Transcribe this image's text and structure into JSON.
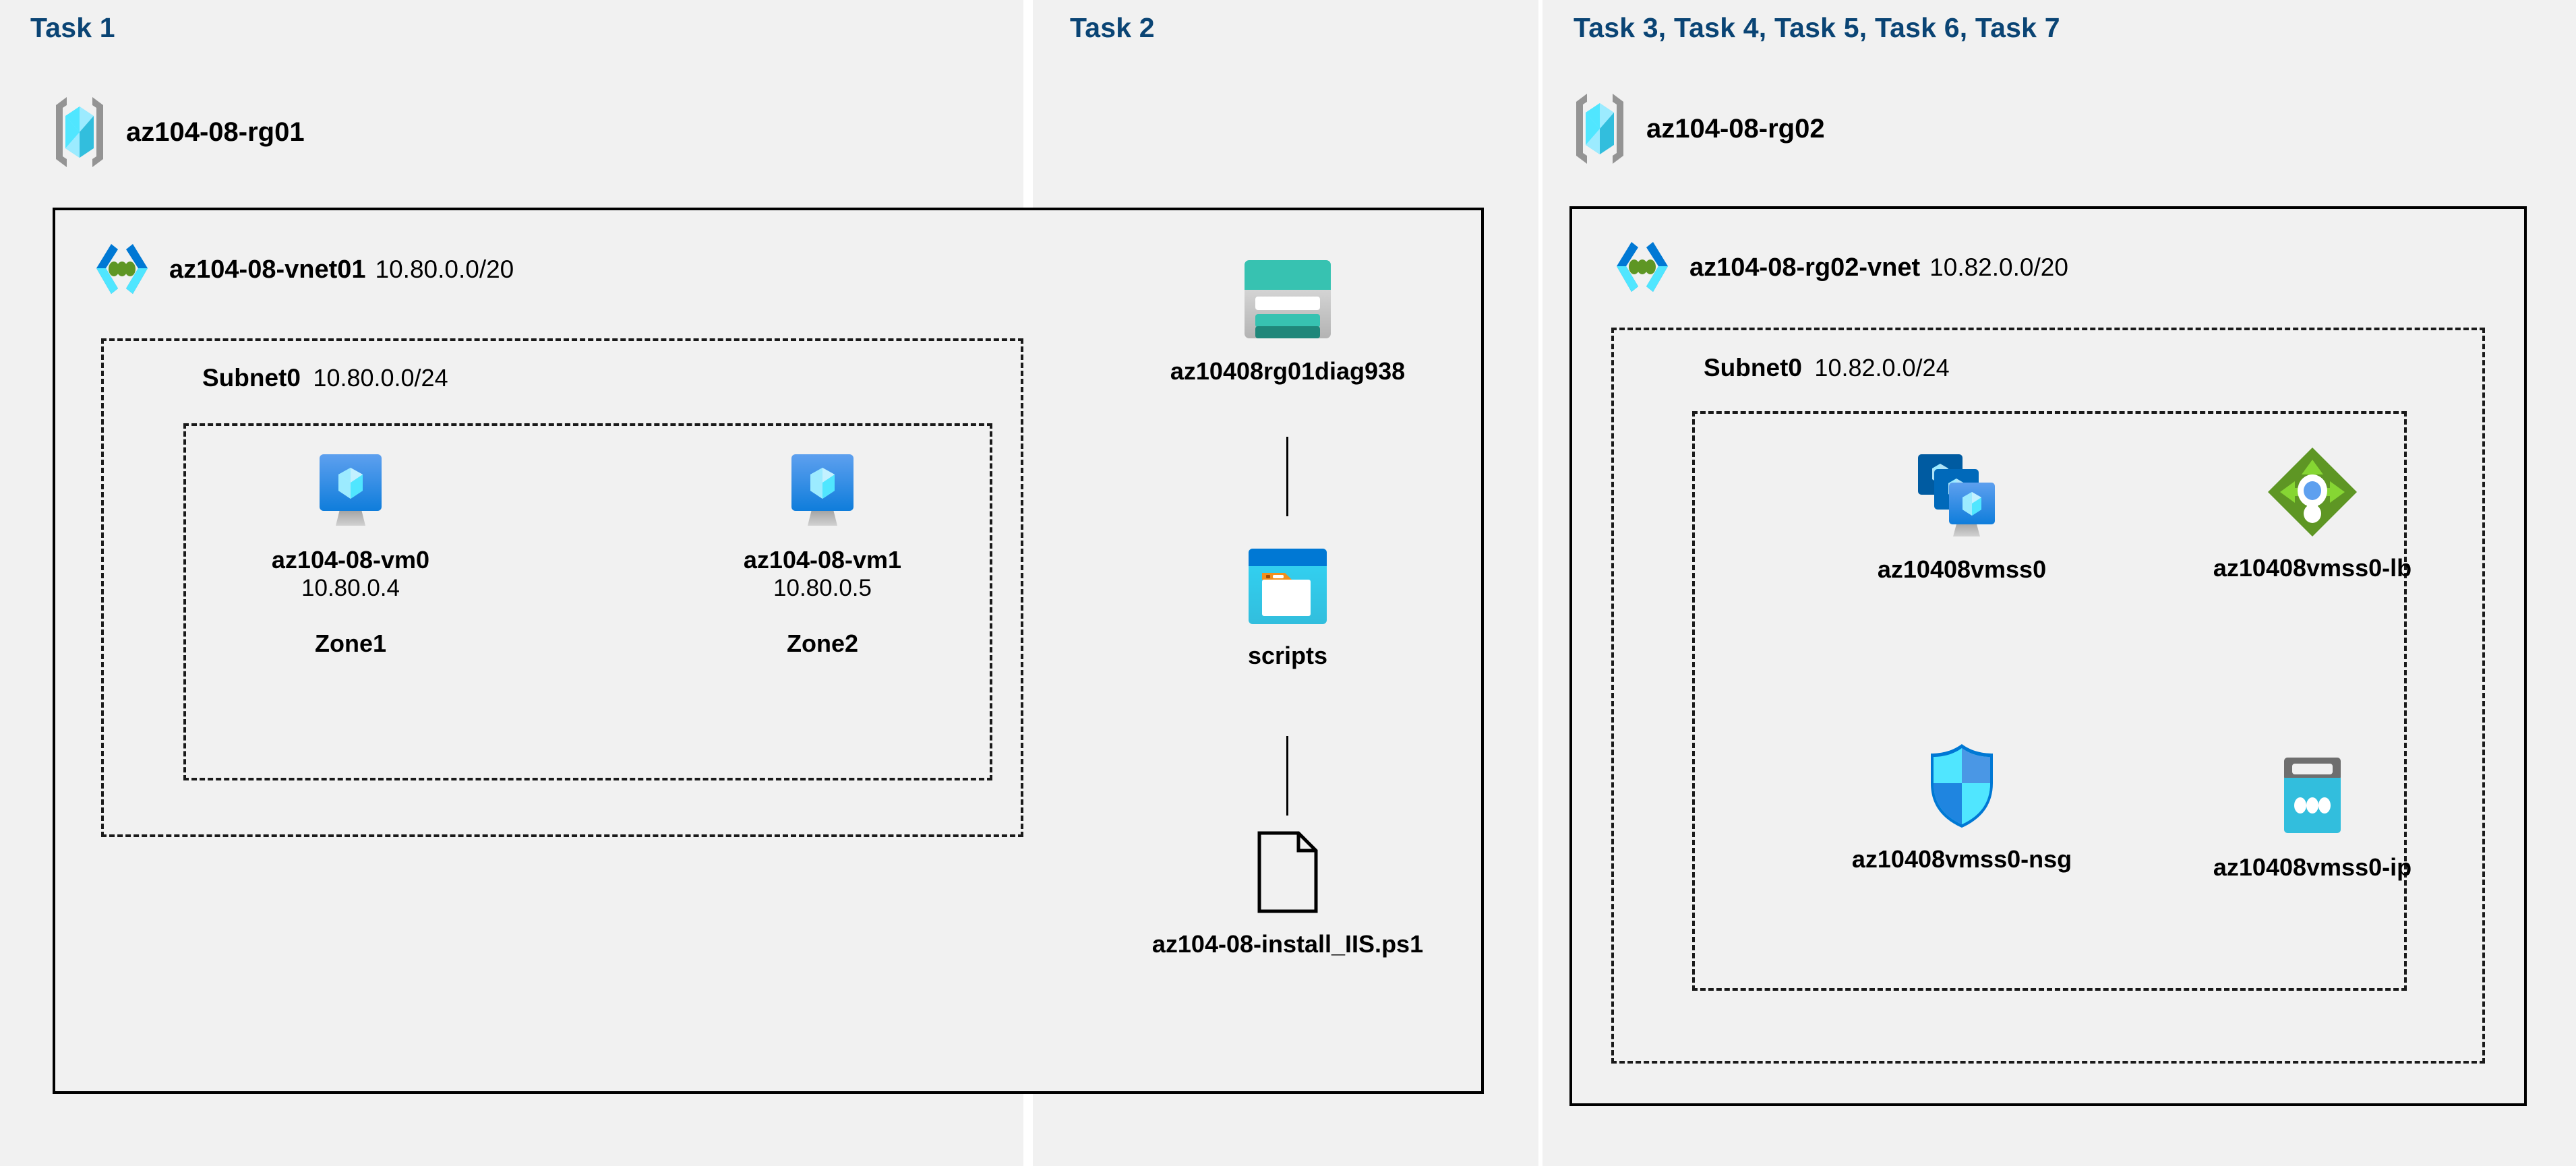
{
  "diagram": {
    "title": "Azure AZ-104 Lab 08 architecture",
    "background": "#f1f1f1",
    "task_label_color": "#0a4474"
  },
  "panels": {
    "task1": {
      "label": "Task 1"
    },
    "task2": {
      "label": "Task 2"
    },
    "task3": {
      "label": "Task 3, Task 4, Task 5, Task 6, Task 7"
    }
  },
  "resource_groups": [
    {
      "icon": "resource-group-icon",
      "name": "az104-08-rg01"
    },
    {
      "icon": "resource-group-icon",
      "name": "az104-08-rg02"
    }
  ],
  "vnets": [
    {
      "icon": "virtual-network-icon",
      "name": "az104-08-vnet01",
      "cidr": "10.80.0.0/20"
    },
    {
      "icon": "virtual-network-icon",
      "name": "az104-08-rg02-vnet",
      "cidr": "10.82.0.0/20"
    }
  ],
  "subnets": [
    {
      "name": "Subnet0",
      "cidr": "10.80.0.0/24"
    },
    {
      "name": "Subnet0",
      "cidr": "10.82.0.0/24"
    }
  ],
  "vms": [
    {
      "icon": "virtual-machine-icon",
      "name": "az104-08-vm0",
      "ip": "10.80.0.4",
      "zone": "Zone1"
    },
    {
      "icon": "virtual-machine-icon",
      "name": "az104-08-vm1",
      "ip": "10.80.0.5",
      "zone": "Zone2"
    }
  ],
  "storage": {
    "account": {
      "icon": "storage-account-icon",
      "name": "az10408rg01diag938"
    },
    "container": {
      "icon": "blob-container-icon",
      "name": "scripts"
    },
    "file": {
      "icon": "file-icon",
      "name": "az104-08-install_IIS.ps1"
    }
  },
  "vmss_resources": [
    {
      "icon": "vm-scale-set-icon",
      "name": "az10408vmss0"
    },
    {
      "icon": "load-balancer-icon",
      "name": "az10408vmss0-lb"
    },
    {
      "icon": "network-security-group-icon",
      "name": "az10408vmss0-nsg"
    },
    {
      "icon": "public-ip-address-icon",
      "name": "az10408vmss0-ip"
    }
  ],
  "colors": {
    "azure_blue": "#0078d4",
    "cyan": "#32bedd",
    "teal": "#37c2b1",
    "teal_dark": "#1f877a",
    "green": "#5e9624",
    "green_light": "#86d633",
    "gray": "#949494",
    "navy": "#0a4474"
  }
}
